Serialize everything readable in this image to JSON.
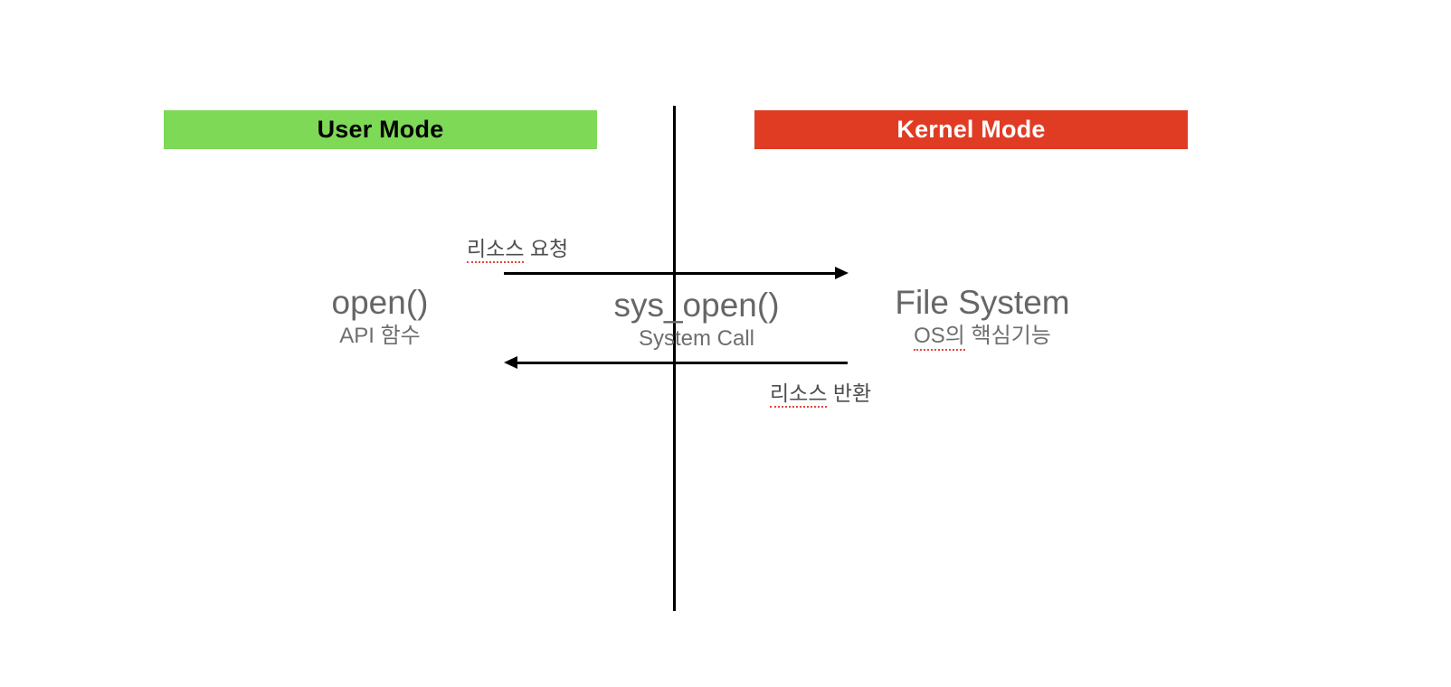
{
  "diagram": {
    "title_user_mode": "User Mode",
    "title_kernel_mode": "Kernel Mode",
    "colors": {
      "user_mode_bg": "#7ed957",
      "user_mode_text": "#000000",
      "kernel_mode_bg": "#e03c24",
      "kernel_mode_text": "#ffffff",
      "line": "#000000",
      "node_text": "#666666",
      "spellcheck_underline": "#e8453c",
      "background": "#ffffff"
    },
    "nodes": [
      {
        "id": "open",
        "title": "open()",
        "subtitle": "API 함수",
        "side": "user-mode"
      },
      {
        "id": "syscall",
        "title": "sys_open()",
        "subtitle": "System Call",
        "side": "boundary"
      },
      {
        "id": "filesystem",
        "title": "File System",
        "subtitle_prefix": "OS의",
        "subtitle_rest": " 핵심기능",
        "subtitle": "OS의 핵심기능",
        "side": "kernel-mode"
      }
    ],
    "edges": [
      {
        "id": "request",
        "label_prefix": "리소스",
        "label_rest": " 요청",
        "label": "리소스 요청",
        "direction": "user-to-kernel",
        "arrow": "right"
      },
      {
        "id": "return",
        "label_prefix": "리소스",
        "label_rest": " 반환",
        "label": "리소스 반환",
        "direction": "kernel-to-user",
        "arrow": "left"
      }
    ]
  }
}
